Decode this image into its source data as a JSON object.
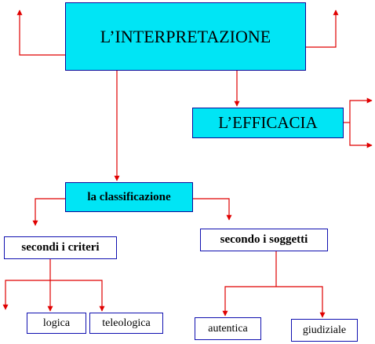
{
  "diagram": {
    "colors": {
      "box_fill": "#00e5f5",
      "box_border": "#0a0a9a",
      "connector": "#e00000"
    },
    "nodes": {
      "main": "L’INTERPRETAZIONE",
      "efficacia": "L’EFFICACIA",
      "classificazione": "la classificazione",
      "criteri": "secondi i criteri",
      "soggetti": "secondo i soggetti",
      "logica": "logica",
      "teleologica": "teleologica",
      "autentica": "autentica",
      "giudiziale": "giudiziale"
    }
  }
}
